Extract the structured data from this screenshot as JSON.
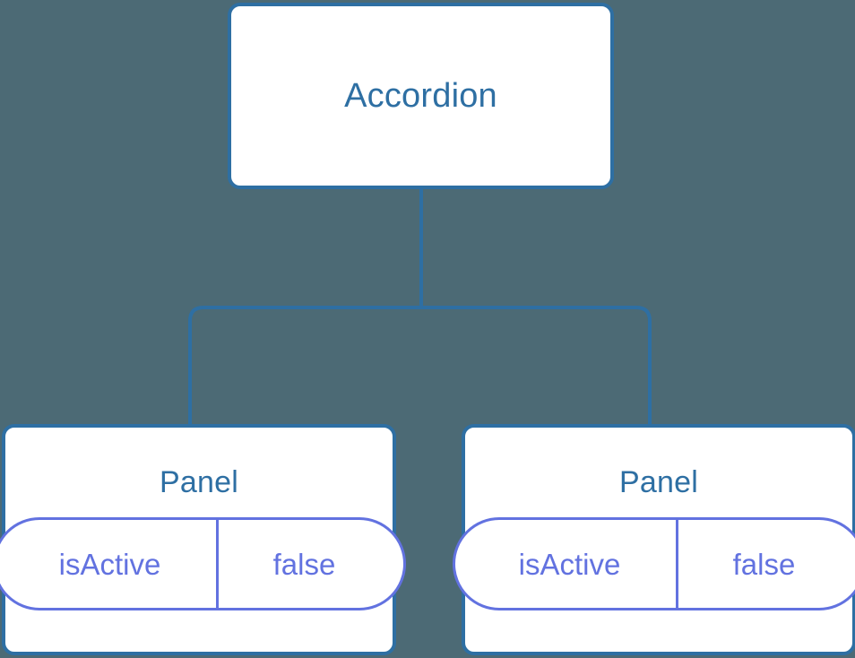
{
  "diagram": {
    "type": "component-tree",
    "background_color": "#4c6a75",
    "node_border_color": "#2e6fa3",
    "node_fill_color": "#ffffff",
    "node_text_color": "#2e6fa3",
    "connector_color": "#2e6fa3",
    "state_accent_color": "#6272e0",
    "root": {
      "label": "Accordion"
    },
    "children": [
      {
        "label": "Panel",
        "state": {
          "key": "isActive",
          "value": "false"
        }
      },
      {
        "label": "Panel",
        "state": {
          "key": "isActive",
          "value": "false"
        }
      }
    ]
  }
}
